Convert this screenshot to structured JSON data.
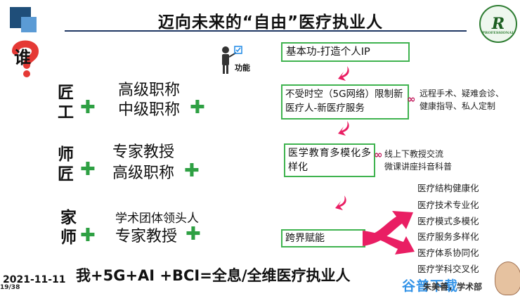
{
  "header": {
    "title": "迈向未来的“自由”医疗执业人"
  },
  "who": {
    "label": "谁"
  },
  "function": {
    "label": "功能"
  },
  "roles": [
    {
      "left_top": "匠",
      "left_bottom": "工",
      "right_top": "高级职称",
      "right_bottom": "中级职称"
    },
    {
      "left_top": "师",
      "left_bottom": "匠",
      "right_top": "专家教授",
      "right_bottom": "高级职称"
    },
    {
      "left_top": "家",
      "left_bottom": "师",
      "right_top": "学术团体领头人",
      "right_bottom": "专家教授"
    }
  ],
  "plus_sign": "✚",
  "flow": {
    "step1": "基本功-打造个人IP",
    "step2": "不受时空（5G网络）限制新医疗人-新医疗服务",
    "step2_side": [
      "远程手术、疑难会诊、",
      "健康指导、私人定制"
    ],
    "step3": "医学教育多模化多样化",
    "step3_side": [
      "线上下教授交流",
      "微课讲座抖音科普"
    ],
    "step4": "跨界赋能",
    "infinity": "∞"
  },
  "outcomes": [
    "医疗结构健康化",
    "医疗技术专业化",
    "医疗模式多模化",
    "医疗服务多样化",
    "医疗体系协同化",
    "医疗学科交叉化"
  ],
  "footer": {
    "formula": "我+5G+AI +BCI=全息/全维医疗执业人",
    "date": "2021-11-11",
    "page": "19/38",
    "author": "朱美善，学术部",
    "watermark": "谷普下载"
  },
  "colors": {
    "accent_green": "#3fb34f",
    "arrow_pink": "#e91e63",
    "title_rule": "#1f3864"
  }
}
